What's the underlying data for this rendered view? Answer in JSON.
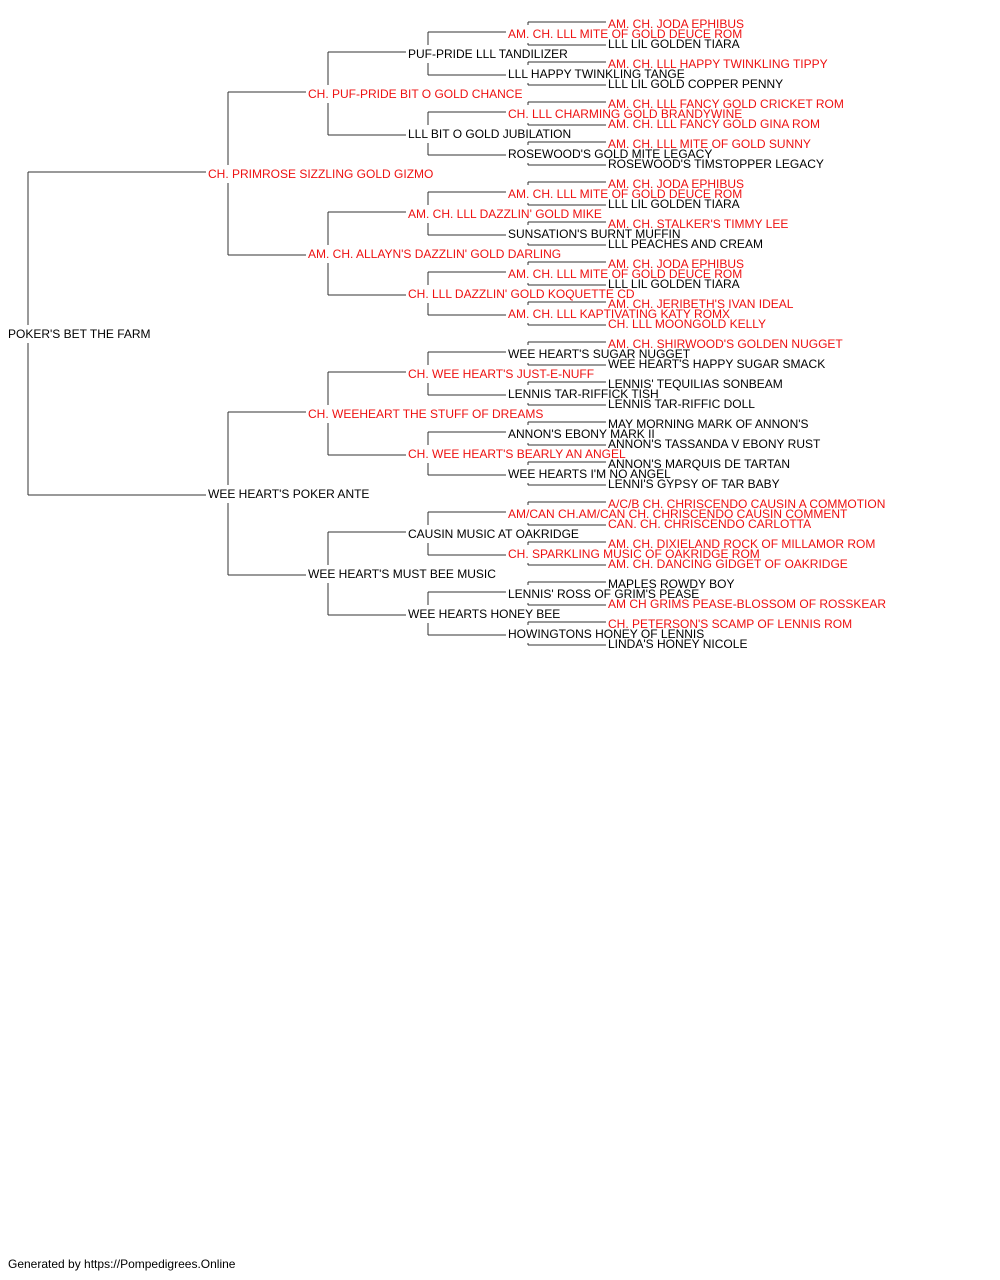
{
  "colors": {
    "champion": "#ee1111",
    "normal": "#000000",
    "line": "#333333"
  },
  "footer": "Generated by https://Pompedigrees.Online",
  "pedigree": {
    "name": "POKER'S BET THE FARM",
    "ch": false,
    "sire": {
      "name": "CH. PRIMROSE SIZZLING GOLD GIZMO",
      "ch": true,
      "sire": {
        "name": "CH. PUF-PRIDE BIT O GOLD CHANCE",
        "ch": true,
        "sire": {
          "name": "PUF-PRIDE LLL TANDILIZER",
          "ch": false,
          "sire": {
            "name": "AM. CH. LLL MITE OF GOLD DEUCE ROM",
            "ch": true,
            "sire": {
              "name": "AM. CH. JODA EPHIBUS",
              "ch": true
            },
            "dam": {
              "name": "LLL LIL GOLDEN TIARA",
              "ch": false
            }
          },
          "dam": {
            "name": "LLL HAPPY TWINKLING TANGE",
            "ch": false,
            "sire": {
              "name": "AM. CH. LLL HAPPY TWINKLING TIPPY",
              "ch": true
            },
            "dam": {
              "name": "LLL LIL GOLD COPPER PENNY",
              "ch": false
            }
          }
        },
        "dam": {
          "name": "LLL BIT O GOLD JUBILATION",
          "ch": false,
          "sire": {
            "name": "CH. LLL CHARMING GOLD BRANDYWINE",
            "ch": true,
            "sire": {
              "name": "AM. CH. LLL FANCY GOLD CRICKET ROM",
              "ch": true
            },
            "dam": {
              "name": "AM. CH. LLL FANCY GOLD GINA ROM",
              "ch": true
            }
          },
          "dam": {
            "name": "ROSEWOOD'S GOLD MITE LEGACY",
            "ch": false,
            "sire": {
              "name": "AM. CH. LLL MITE OF GOLD SUNNY",
              "ch": true
            },
            "dam": {
              "name": "ROSEWOOD'S TIMSTOPPER LEGACY",
              "ch": false
            }
          }
        }
      },
      "dam": {
        "name": "AM. CH. ALLAYN'S DAZZLIN' GOLD DARLING",
        "ch": true,
        "sire": {
          "name": "AM. CH. LLL DAZZLIN' GOLD MIKE",
          "ch": true,
          "sire": {
            "name": "AM. CH. LLL MITE OF GOLD DEUCE ROM",
            "ch": true,
            "sire": {
              "name": "AM. CH. JODA EPHIBUS",
              "ch": true
            },
            "dam": {
              "name": "LLL LIL GOLDEN TIARA",
              "ch": false
            }
          },
          "dam": {
            "name": "SUNSATION'S BURNT MUFFIN",
            "ch": false,
            "sire": {
              "name": "AM. CH. STALKER'S TIMMY LEE",
              "ch": true
            },
            "dam": {
              "name": "LLL PEACHES AND CREAM",
              "ch": false
            }
          }
        },
        "dam": {
          "name": "CH. LLL DAZZLIN' GOLD KOQUETTE CD",
          "ch": true,
          "sire": {
            "name": "AM. CH. LLL MITE OF GOLD DEUCE ROM",
            "ch": true,
            "sire": {
              "name": "AM. CH. JODA EPHIBUS",
              "ch": true
            },
            "dam": {
              "name": "LLL LIL GOLDEN TIARA",
              "ch": false
            }
          },
          "dam": {
            "name": "AM. CH. LLL KAPTIVATING KATY ROMX",
            "ch": true,
            "sire": {
              "name": "AM. CH. JERIBETH'S IVAN IDEAL",
              "ch": true
            },
            "dam": {
              "name": "CH. LLL MOONGOLD KELLY",
              "ch": true
            }
          }
        }
      }
    },
    "dam": {
      "name": "WEE HEART'S POKER ANTE",
      "ch": false,
      "sire": {
        "name": "CH. WEEHEART THE STUFF OF DREAMS",
        "ch": true,
        "sire": {
          "name": "CH. WEE HEART'S JUST-E-NUFF",
          "ch": true,
          "sire": {
            "name": "WEE HEART'S SUGAR NUGGET",
            "ch": false,
            "sire": {
              "name": "AM. CH. SHIRWOOD'S GOLDEN NUGGET",
              "ch": true
            },
            "dam": {
              "name": "WEE HEART'S HAPPY SUGAR SMACK",
              "ch": false
            }
          },
          "dam": {
            "name": "LENNIS TAR-RIFFICK TISH",
            "ch": false,
            "sire": {
              "name": "LENNIS' TEQUILIAS SONBEAM",
              "ch": false
            },
            "dam": {
              "name": "LENNIS TAR-RIFFIC DOLL",
              "ch": false
            }
          }
        },
        "dam": {
          "name": "CH. WEE HEART'S BEARLY AN ANGEL",
          "ch": true,
          "sire": {
            "name": "ANNON'S EBONY MARK II",
            "ch": false,
            "sire": {
              "name": "MAY MORNING MARK OF ANNON'S",
              "ch": false
            },
            "dam": {
              "name": "ANNON'S TASSANDA V EBONY RUST",
              "ch": false
            }
          },
          "dam": {
            "name": "WEE HEARTS I'M NO ANGEL",
            "ch": false,
            "sire": {
              "name": "ANNON'S MARQUIS DE TARTAN",
              "ch": false
            },
            "dam": {
              "name": "LENNI'S GYPSY OF TAR BABY",
              "ch": false
            }
          }
        }
      },
      "dam": {
        "name": "WEE HEART'S MUST BEE MUSIC",
        "ch": false,
        "sire": {
          "name": "CAUSIN MUSIC AT OAKRIDGE",
          "ch": false,
          "sire": {
            "name": "AM/CAN CH.AM/CAN CH. CHRISCENDO CAUSIN COMMENT",
            "ch": true,
            "sire": {
              "name": "A/C/B CH. CHRISCENDO CAUSIN A COMMOTION",
              "ch": true
            },
            "dam": {
              "name": "CAN. CH. CHRISCENDO CARLOTTA",
              "ch": true
            }
          },
          "dam": {
            "name": "CH. SPARKLING MUSIC OF OAKRIDGE ROM",
            "ch": true,
            "sire": {
              "name": "AM. CH. DIXIELAND ROCK OF MILLAMOR ROM",
              "ch": true
            },
            "dam": {
              "name": "AM. CH. DANCING GIDGET OF OAKRIDGE",
              "ch": true
            }
          }
        },
        "dam": {
          "name": "WEE HEARTS HONEY BEE",
          "ch": false,
          "sire": {
            "name": "LENNIS' ROSS OF GRIM'S PEASE",
            "ch": false,
            "sire": {
              "name": "MAPLES ROWDY BOY",
              "ch": false
            },
            "dam": {
              "name": "AM CH GRIMS PEASE-BLOSSOM OF ROSSKEAR",
              "ch": true
            }
          },
          "dam": {
            "name": "HOWINGTONS HONEY OF LENNIS",
            "ch": false,
            "sire": {
              "name": "CH. PETERSON'S SCAMP OF LENNIS ROM",
              "ch": true
            },
            "dam": {
              "name": "LINDA'S HONEY NICOLE",
              "ch": false
            }
          }
        }
      }
    }
  }
}
